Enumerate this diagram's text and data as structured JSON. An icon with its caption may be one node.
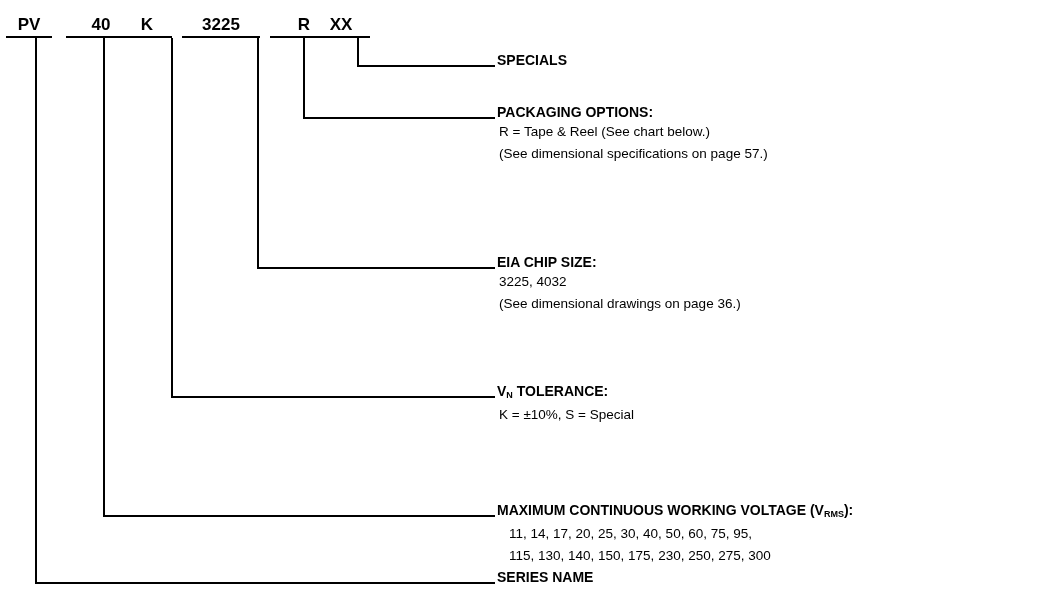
{
  "diagram": {
    "nodes": [
      {
        "text": [
          "PV"
        ]
      },
      {
        "text": [
          "40"
        ]
      },
      {
        "text": [
          "K"
        ]
      },
      {
        "text": [
          "3225"
        ]
      },
      {
        "text": [
          "R"
        ]
      },
      {
        "text": [
          "XX"
        ]
      },
      {
        "text": [
          "SPECIALS"
        ]
      },
      {
        "text": [
          "PACKAGING OPTIONS:",
          "R = Tape & Reel (See chart below.)",
          "(See dimensional specifications on page 57.)"
        ]
      },
      {
        "text": [
          "EIA CHIP SIZE:",
          "3225, 4032",
          "(See dimensional drawings on page 36.)"
        ]
      },
      {
        "text": [
          "V$_{N}$ TOLERANCE:",
          "K = ±10%, S = Special"
        ]
      },
      {
        "text": [
          "MAXIMUM CONTINUOUS WORKING VOLTAGE (V$_{RMS}$):",
          "11, 14, 17, 20, 25, 30, 40, 50, 60, 75, 95,",
          "115, 130, 140, 150, 175, 230, 250, 275, 300"
        ]
      },
      {
        "text": [
          "SERIES NAME"
        ]
      }
    ],
    "edges": [
      {
        "from": 5,
        "to": 6,
        "arrow": "none"
      },
      {
        "from": 4,
        "to": 7,
        "arrow": "none"
      },
      {
        "from": 3,
        "to": 8,
        "arrow": "none"
      },
      {
        "from": 2,
        "to": 9,
        "arrow": "none"
      },
      {
        "from": 1,
        "to": 10,
        "arrow": "none"
      },
      {
        "from": 0,
        "to": 11,
        "arrow": "none"
      }
    ]
  }
}
